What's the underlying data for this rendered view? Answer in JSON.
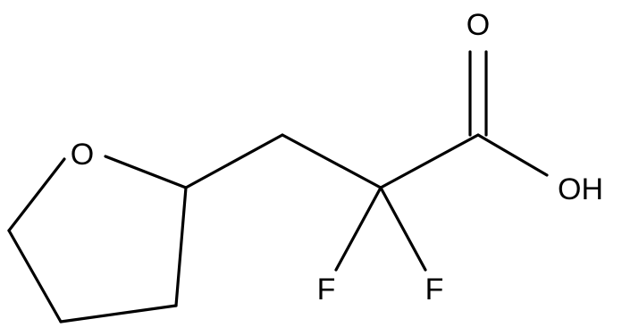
{
  "atoms": {
    "ring_oxygen": "O",
    "carbonyl_oxygen": "O",
    "hydroxyl": "OH",
    "fluorine_left": "F",
    "fluorine_right": "F"
  },
  "colors": {
    "bond": "#000000",
    "label": "#000000",
    "background": "#ffffff"
  }
}
